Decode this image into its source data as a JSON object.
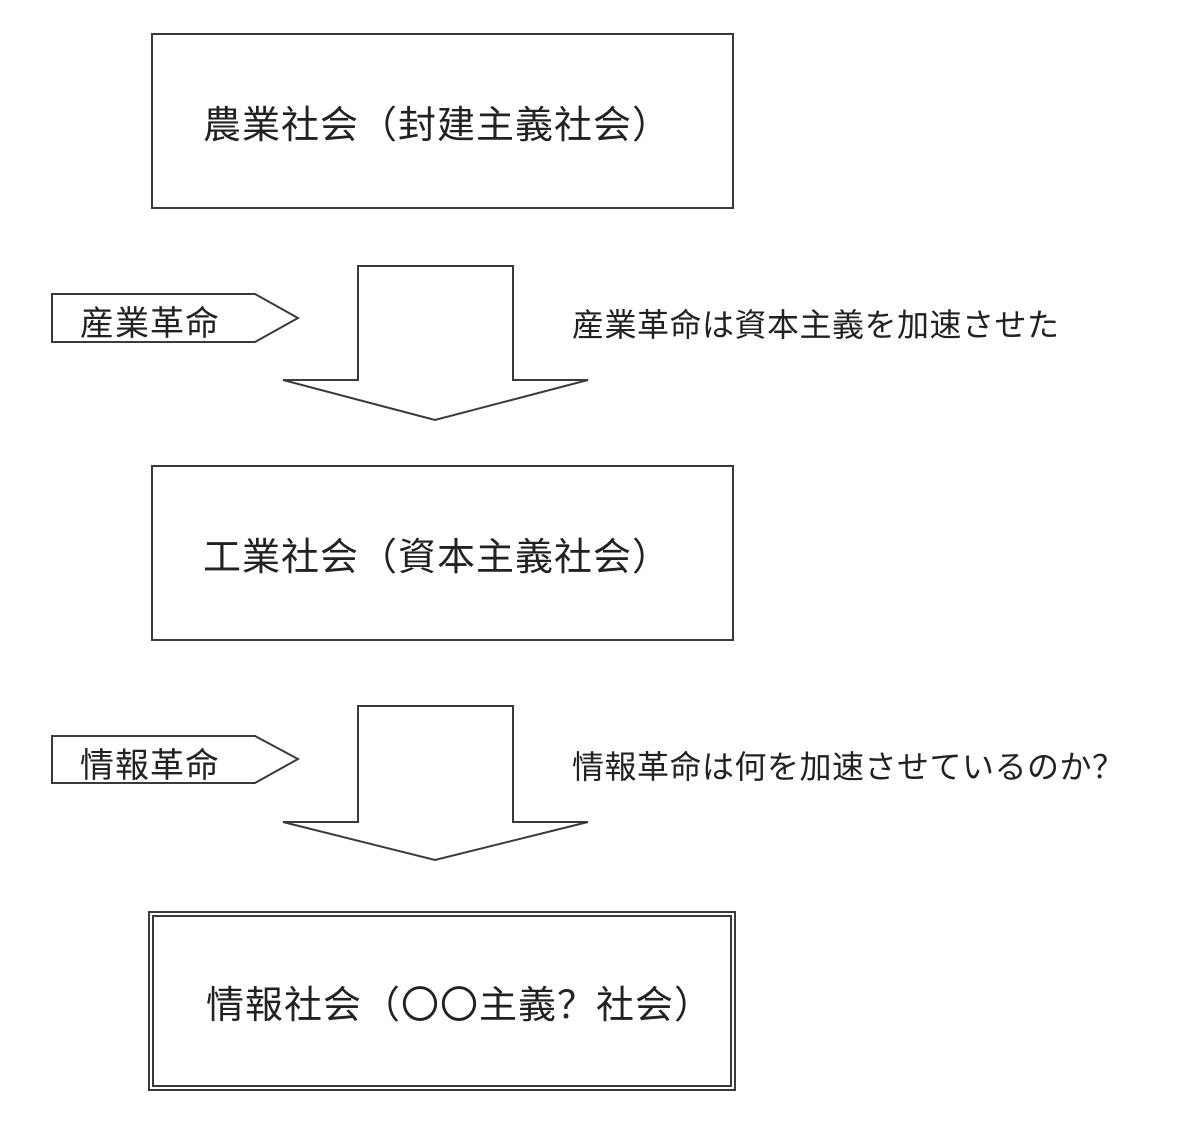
{
  "boxes": {
    "agricultural": "農業社会（封建主義社会）",
    "industrial": "工業社会（資本主義社会）",
    "information": "情報社会（〇〇主義？社会）"
  },
  "transitions": {
    "industrial_revolution": {
      "tag": "産業革命",
      "note": "産業革命は資本主義を加速させた"
    },
    "information_revolution": {
      "tag": "情報革命",
      "note": "情報革命は何を加速させているのか？"
    }
  }
}
